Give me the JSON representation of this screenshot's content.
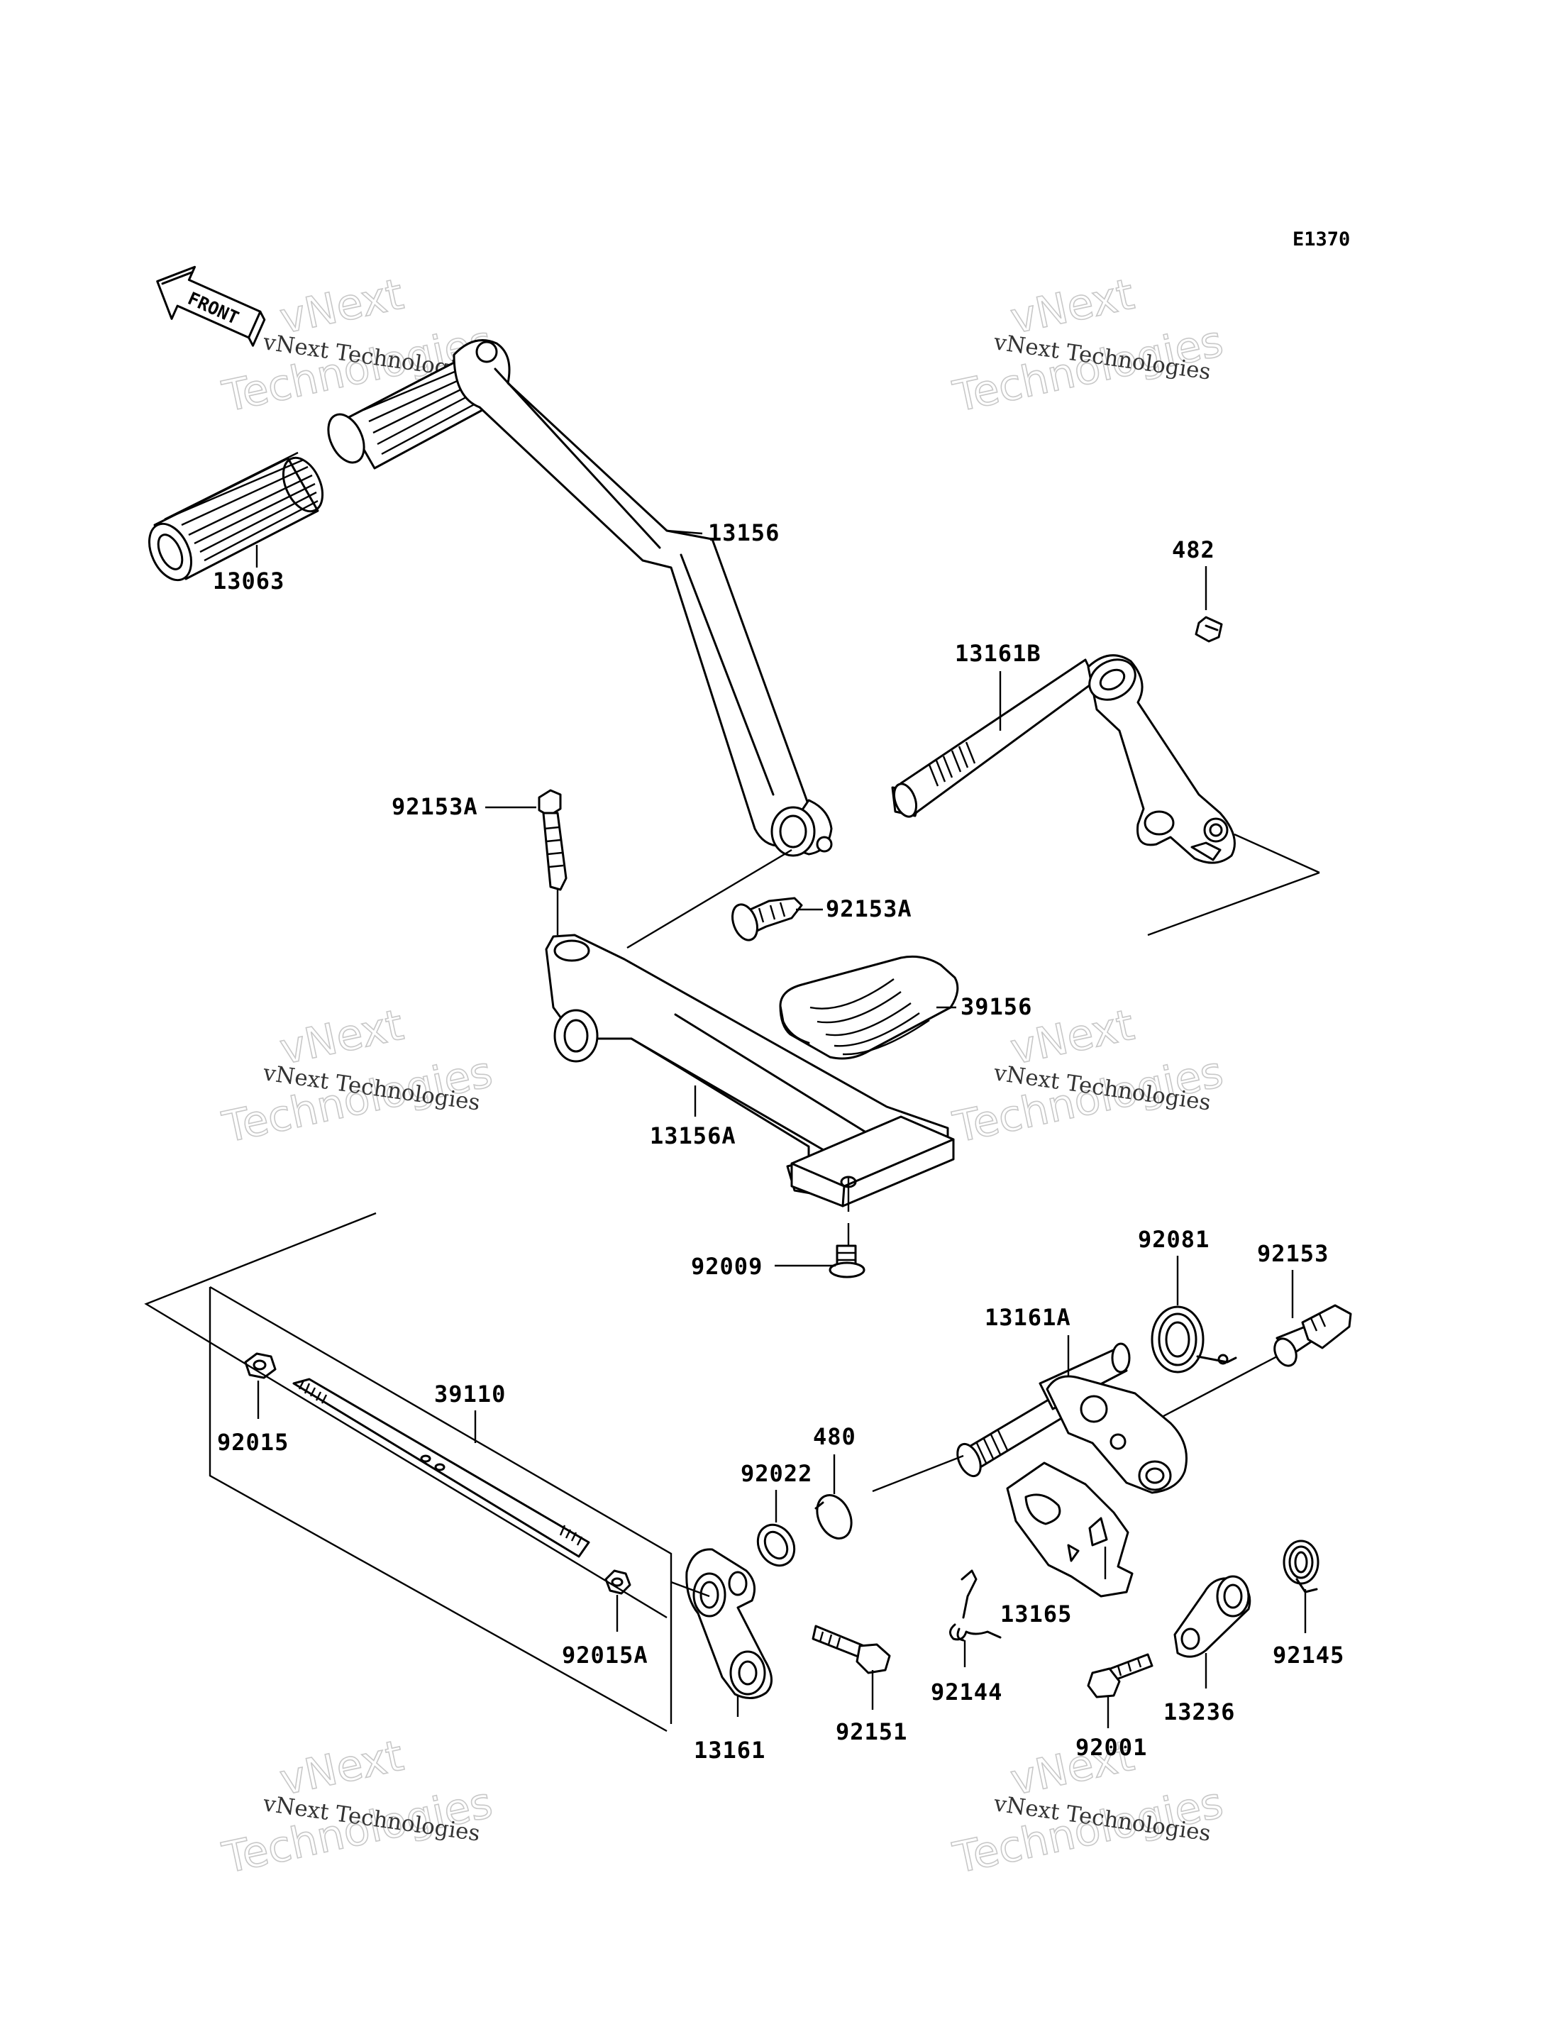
{
  "diagram_code": "E1370",
  "front_label": "FRONT",
  "watermark": {
    "line1": "vNext Technologies",
    "line2": "vNext",
    "line3": "Technologies"
  },
  "callouts": {
    "p13063": "13063",
    "p13156": "13156",
    "p482": "482",
    "p13161B": "13161B",
    "p92153A_top": "92153A",
    "p92153A_mid": "92153A",
    "p39156": "39156",
    "p13156A": "13156A",
    "p92009": "92009",
    "p92081": "92081",
    "p92153": "92153",
    "p13161A": "13161A",
    "p39110": "39110",
    "p92015": "92015",
    "p480": "480",
    "p92022": "92022",
    "p13165": "13165",
    "p92015A": "92015A",
    "p92144": "92144",
    "p92145": "92145",
    "p13236": "13236",
    "p92151": "92151",
    "p13161": "13161",
    "p92001": "92001"
  }
}
